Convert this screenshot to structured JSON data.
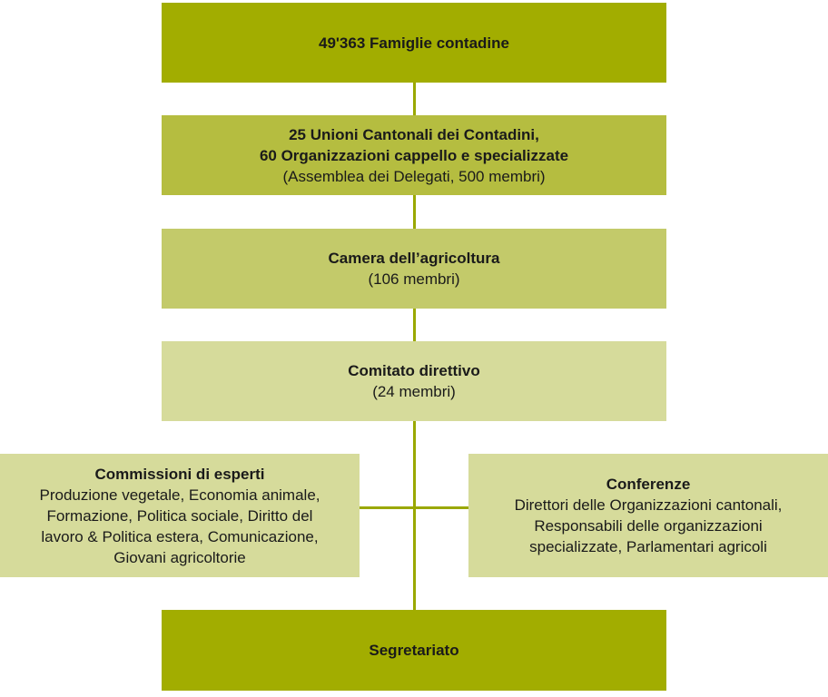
{
  "org_chart": {
    "famiglie": {
      "title": "49'363 Famiglie contadine"
    },
    "unioni": {
      "title": "25 Unioni Cantonali dei Contadini,\n60 Organizzazioni cappello e specializzate",
      "subtitle": "(Assemblea dei Delegati, 500 membri)"
    },
    "camera": {
      "title": "Camera dell’agricoltura",
      "subtitle": "(106 membri)"
    },
    "comitato": {
      "title": "Comitato direttivo",
      "subtitle": "(24 membri)"
    },
    "commissioni": {
      "title": "Commissioni di esperti",
      "subtitle": "Produzione vegetale, Economia animale,\nFormazione, Politica sociale, Diritto del\nlavoro & Politica estera, Comunicazione,\nGiovani agricoltorie"
    },
    "conferenze": {
      "title": "Conferenze",
      "subtitle": "Direttori delle Organizzazioni cantonali,\nResponsabili delle organizzazioni\nspecializzate, Parlamentari agricoli"
    },
    "segretariato": {
      "title": "Segretariato"
    }
  },
  "colors": {
    "level_dark": "#a2ad00",
    "level_mid": "#b5bd40",
    "level_medium": "#c3ca6a",
    "level_light": "#d6db9b",
    "connector": "#9aa800"
  }
}
